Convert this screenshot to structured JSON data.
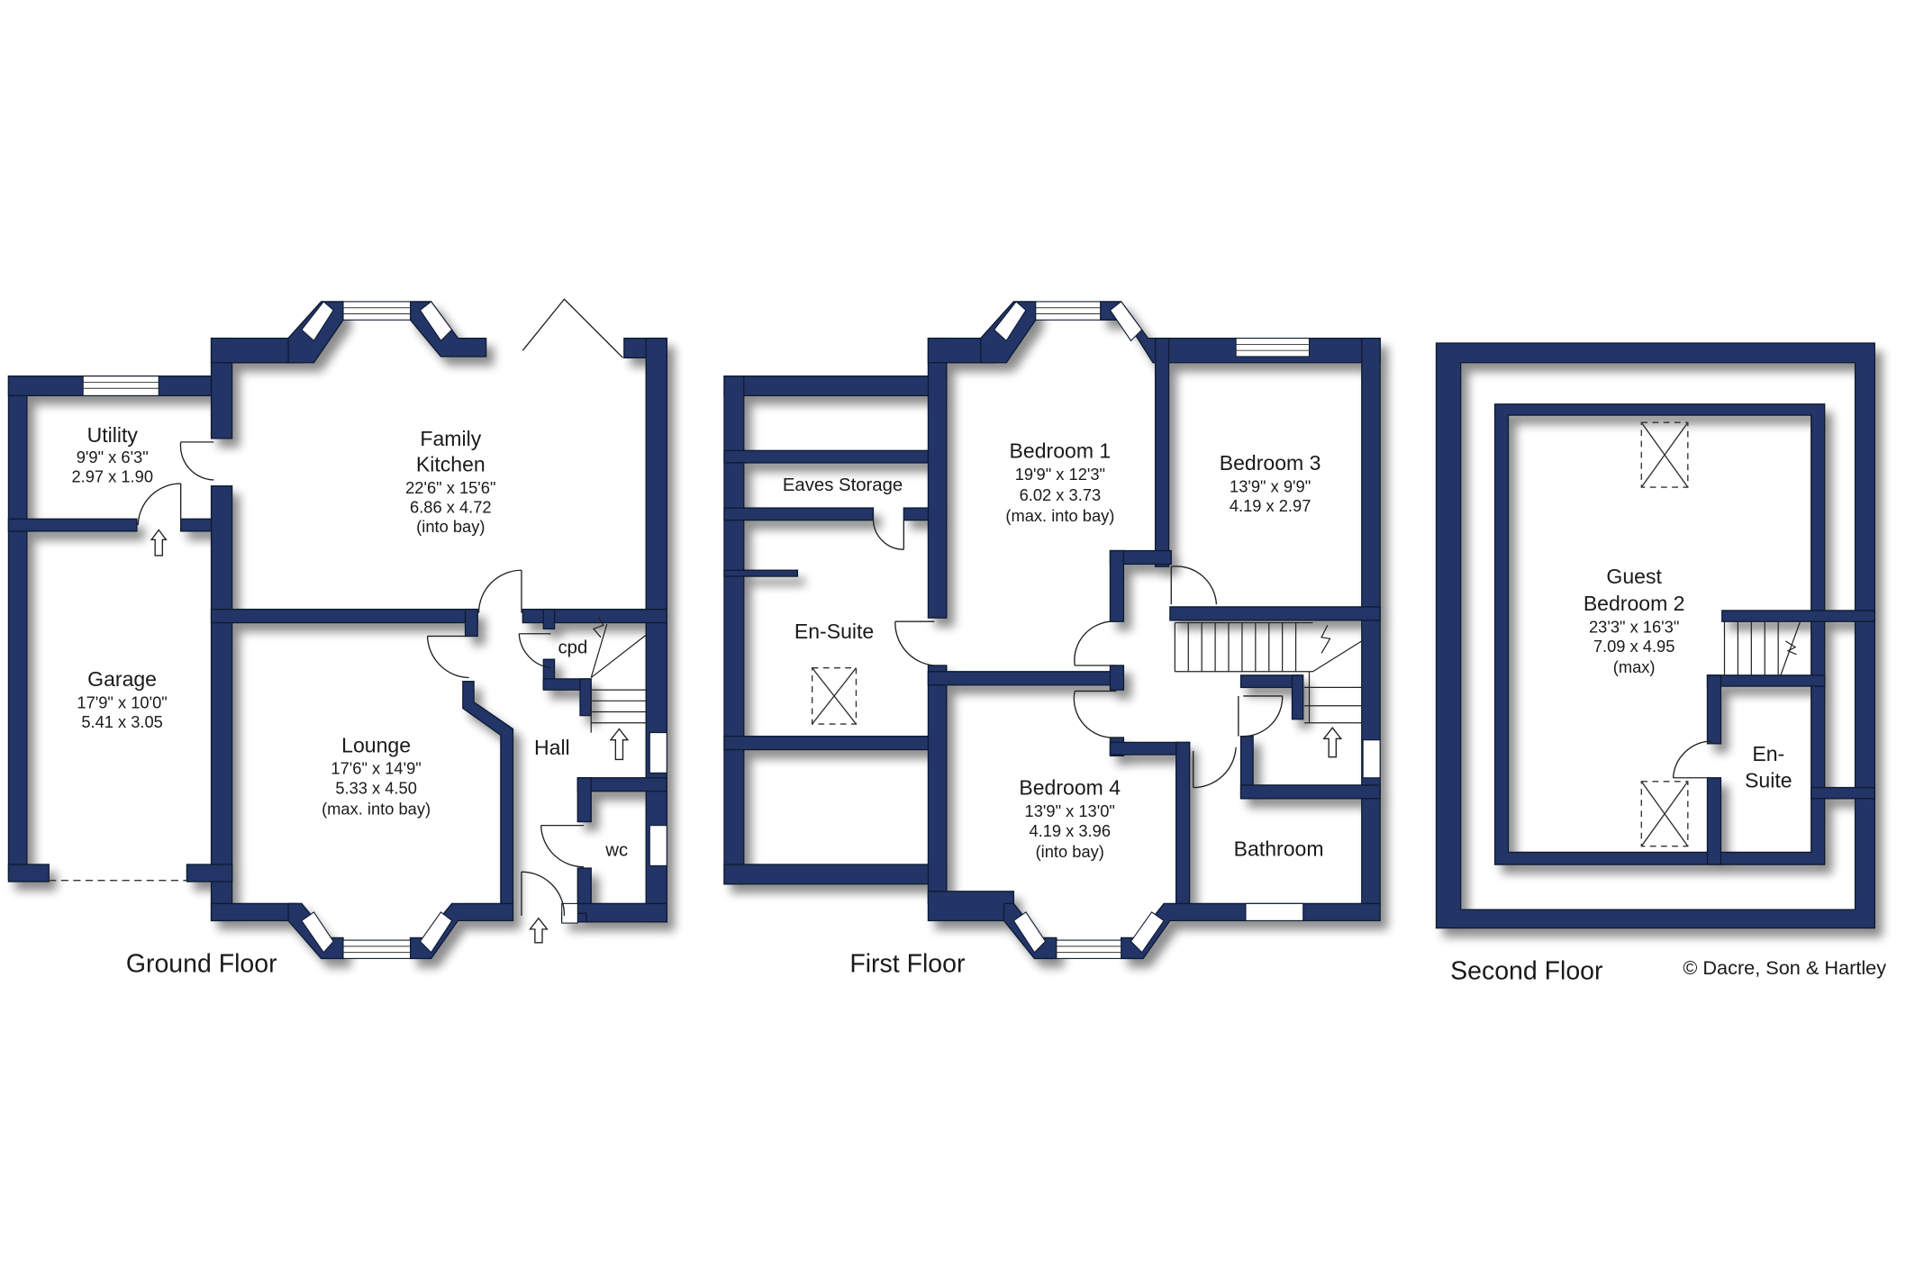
{
  "colors": {
    "wall": "#233466",
    "wall_outline": "#111a33",
    "background": "#ffffff",
    "text": "#1a1a1a"
  },
  "floors": {
    "ground": {
      "label": "Ground Floor",
      "rooms": {
        "utility": {
          "name": "Utility",
          "imperial": "9'9\"  x  6'3\"",
          "metric": "2.97  x  1.90"
        },
        "kitchen": {
          "name_line1": "Family",
          "name_line2": "Kitchen",
          "imperial": "22'6\"  x  15'6\"",
          "metric": "6.86  x  4.72",
          "note": "(into bay)"
        },
        "garage": {
          "name": "Garage",
          "imperial": "17'9\"  x  10'0\"",
          "metric": "5.41  x  3.05"
        },
        "lounge": {
          "name": "Lounge",
          "imperial": "17'6\"  x  14'9\"",
          "metric": "5.33  x  4.50",
          "note": "(max. into bay)"
        },
        "hall": {
          "name": "Hall"
        },
        "cpd": {
          "name": "cpd"
        },
        "wc": {
          "name": "wc"
        }
      }
    },
    "first": {
      "label": "First Floor",
      "rooms": {
        "eaves": {
          "name": "Eaves Storage"
        },
        "ensuite": {
          "name": "En-Suite"
        },
        "bedroom1": {
          "name": "Bedroom 1",
          "imperial": "19'9\"  x  12'3\"",
          "metric": "6.02  x  3.73",
          "note": "(max. into bay)"
        },
        "bedroom3": {
          "name": "Bedroom 3",
          "imperial": "13'9\"  x  9'9\"",
          "metric": "4.19  x  2.97"
        },
        "bedroom4": {
          "name": "Bedroom 4",
          "imperial": "13'9\"  x  13'0\"",
          "metric": "4.19  x  3.96",
          "note": "(into bay)"
        },
        "bathroom": {
          "name": "Bathroom"
        }
      }
    },
    "second": {
      "label": "Second Floor",
      "rooms": {
        "guest": {
          "name_line1": "Guest",
          "name_line2": "Bedroom 2",
          "imperial": "23'3\"  x  16'3\"",
          "metric": "7.09  x  4.95",
          "note": "(max)"
        },
        "ensuite": {
          "name_line1": "En-",
          "name_line2": "Suite"
        }
      }
    }
  },
  "copyright": "© Dacre, Son & Hartley"
}
